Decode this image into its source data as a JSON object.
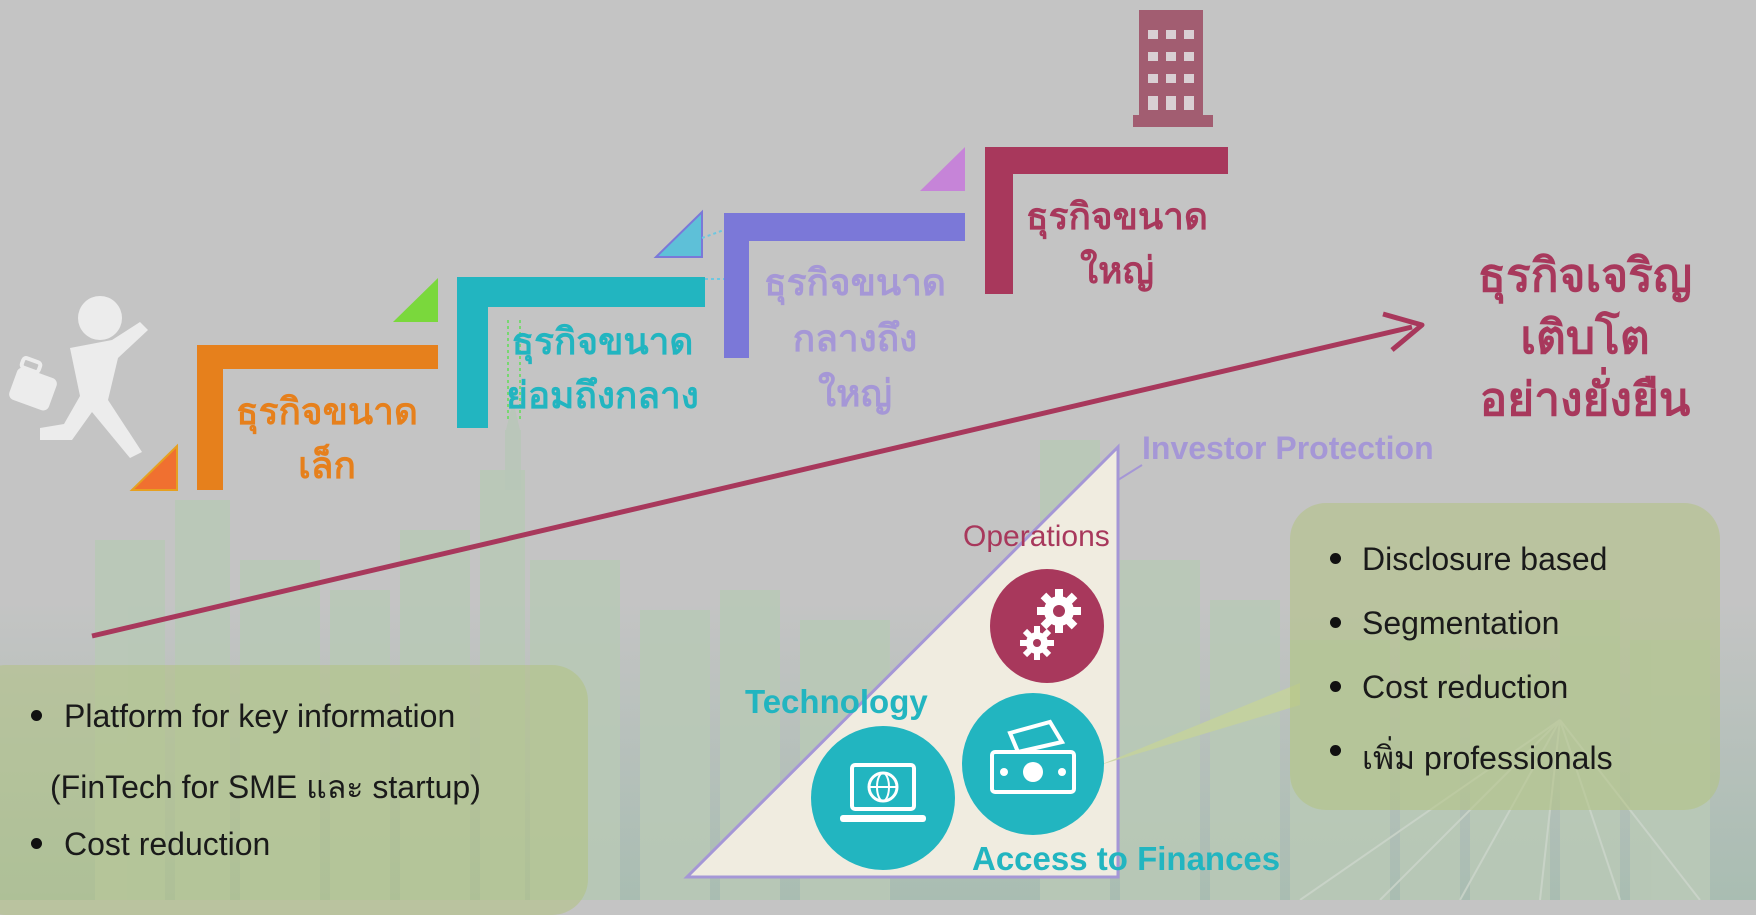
{
  "steps": [
    {
      "label_line1": "ธุรกิจขนาด",
      "label_line2": "เล็ก",
      "color": "#e6801c"
    },
    {
      "label_line1": "ธุรกิจขนาด",
      "label_line2": "ย่อมถึงกลาง",
      "color": "#22b5c0"
    },
    {
      "label_line1": "ธุรกิจขนาด",
      "label_line2": "กลางถึง",
      "label_line3": "ใหญ่",
      "color": "#7b78d8"
    },
    {
      "label_line1": "ธุรกิจขนาด",
      "label_line2": "ใหญ่",
      "color": "#a8385c"
    }
  ],
  "goal": {
    "line1": "ธุรกิจเจริญเติบโต",
    "line2": "อย่างยั่งยืน"
  },
  "triangle": {
    "investor_protection": "Investor Protection",
    "operations": "Operations",
    "technology": "Technology",
    "access_to_finances": "Access to Finances"
  },
  "left_bubble": {
    "items": [
      "Platform for key information",
      "(FinTech for SME และ startup)",
      "Cost reduction"
    ]
  },
  "right_bubble": {
    "items": [
      "Disclosure based",
      "Segmentation",
      "Cost reduction",
      "เพิ่ม professionals"
    ]
  },
  "colors": {
    "background": "#c4c4c4",
    "orange": "#e6801c",
    "teal": "#22b5c0",
    "purple": "#7b78d8",
    "crimson": "#a8385c",
    "lavender": "#a597d6",
    "bubble": "#b2c382"
  },
  "icons": [
    "running-man-icon",
    "building-icon",
    "gears-icon",
    "money-icon",
    "laptop-globe-icon",
    "arrow-icon"
  ]
}
